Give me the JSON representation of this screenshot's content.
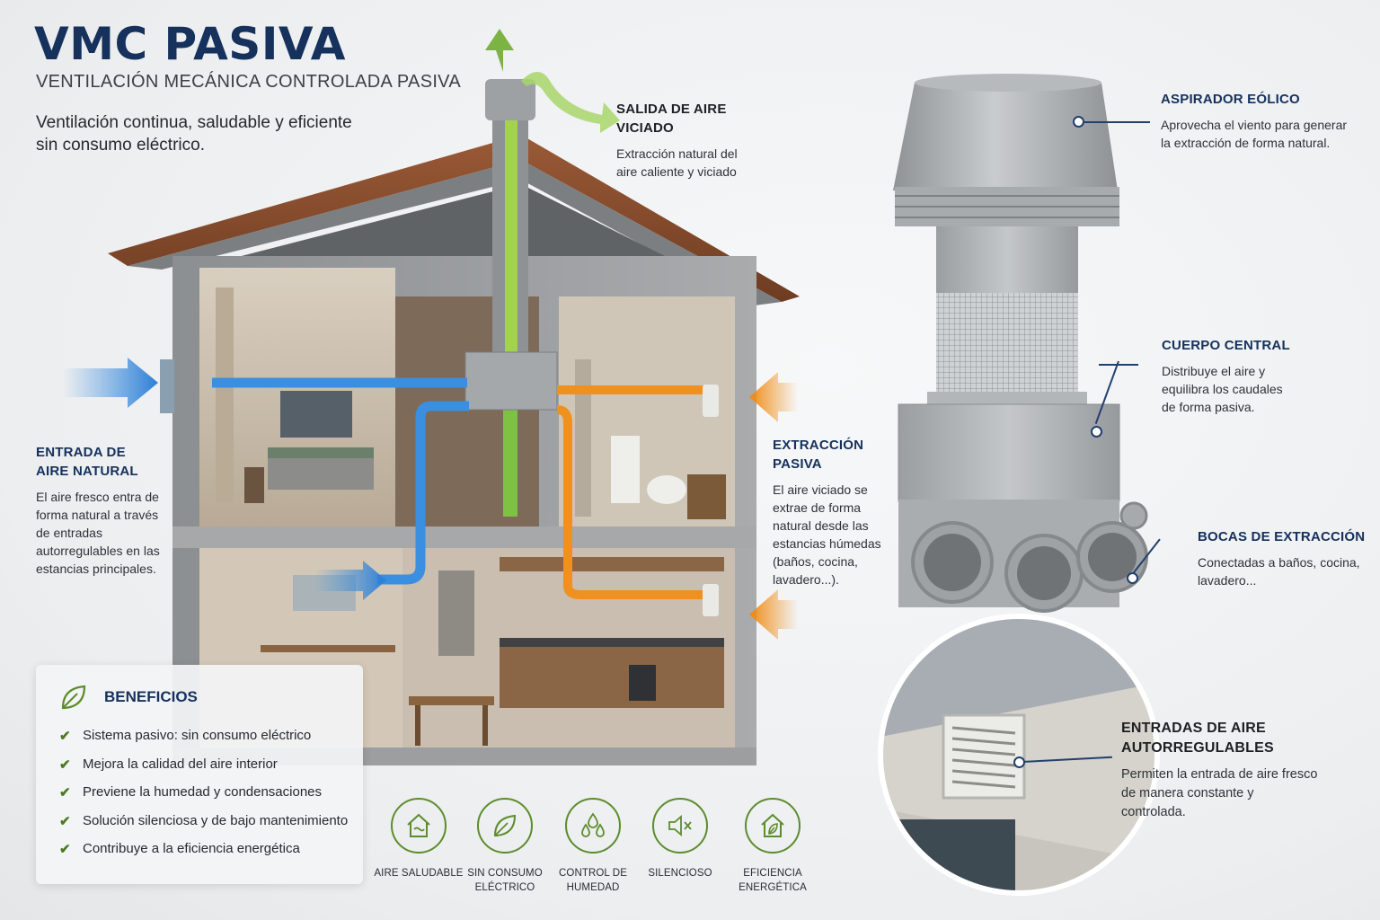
{
  "header": {
    "title": "VMC PASIVA",
    "subtitle": "VENTILACIÓN MECÁNICA CONTROLADA PASIVA",
    "intro": "Ventilación continua, saludable y eficiente sin consumo eléctrico."
  },
  "callouts": {
    "salida": {
      "title": "SALIDA DE AIRE VICIADO",
      "text": "Extracción natural del aire caliente y viciado"
    },
    "entrada": {
      "title": "ENTRADA DE AIRE NATURAL",
      "text": "El aire fresco entra de forma natural a través de entradas autorregulables en las estancias principales."
    },
    "extraccion": {
      "title": "EXTRACCIÓN PASIVA",
      "text": "El aire viciado se extrae de forma natural desde las estancias húmedas (baños, cocina, lavadero...)."
    },
    "aspirador": {
      "title": "ASPIRADOR EÓLICO",
      "text": "Aprovecha el viento para generar la extracción de forma natural."
    },
    "cuerpo": {
      "title": "CUERPO CENTRAL",
      "text": "Distribuye el aire y equilibra los caudales de forma pasiva."
    },
    "bocas": {
      "title": "BOCAS DE EXTRACCIÓN",
      "text": "Conectadas a baños, cocina, lavadero..."
    },
    "entradas_auto": {
      "title": "ENTRADAS DE AIRE AUTORREGULABLES",
      "text": "Permiten la entrada de aire fresco de manera constante y controlada."
    }
  },
  "benefits": {
    "title": "BENEFICIOS",
    "items": [
      "Sistema pasivo: sin consumo eléctrico",
      "Mejora la calidad del aire interior",
      "Previene la humedad y condensaciones",
      "Solución silenciosa y de bajo mantenimiento",
      "Contribuye a la eficiencia energética"
    ]
  },
  "features": [
    {
      "label": "AIRE SALUDABLE",
      "icon": "house-air-icon"
    },
    {
      "label": "SIN CONSUMO ELÉCTRICO",
      "icon": "leaf-icon"
    },
    {
      "label": "CONTROL DE HUMEDAD",
      "icon": "drops-icon"
    },
    {
      "label": "SILENCIOSO",
      "icon": "speaker-mute-icon"
    },
    {
      "label": "EFICIENCIA ENERGÉTICA",
      "icon": "house-leaf-icon"
    }
  ],
  "colors": {
    "title": "#15315c",
    "fresh_air": "#3b8fe0",
    "extract_air": "#f0901e",
    "exhaust_air": "#8bc34a",
    "icon_green": "#5d8c2c"
  }
}
